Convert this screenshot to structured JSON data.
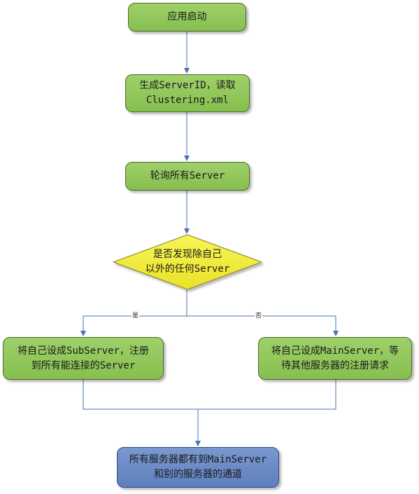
{
  "nodes": {
    "start": "应用启动",
    "generate": "生成ServerID，读取\nClustering.xml",
    "poll": "轮询所有Server",
    "decision": "是否发现除自己\n以外的任何Server",
    "sub_server": "将自己设成SubServer，注册\n到所有能连接的Server",
    "main_server": "将自己设成MainServer，等\n待其他服务器的注册请求",
    "end": "所有服务器都有到MainServer\n和别的服务器的通道"
  },
  "edges": {
    "yes": "是",
    "no": "否"
  },
  "colors": {
    "process_fill": "#8cc558",
    "decision_fill": "#f2ee3a",
    "end_fill": "#6585c3",
    "edge": "#4a72b0"
  }
}
